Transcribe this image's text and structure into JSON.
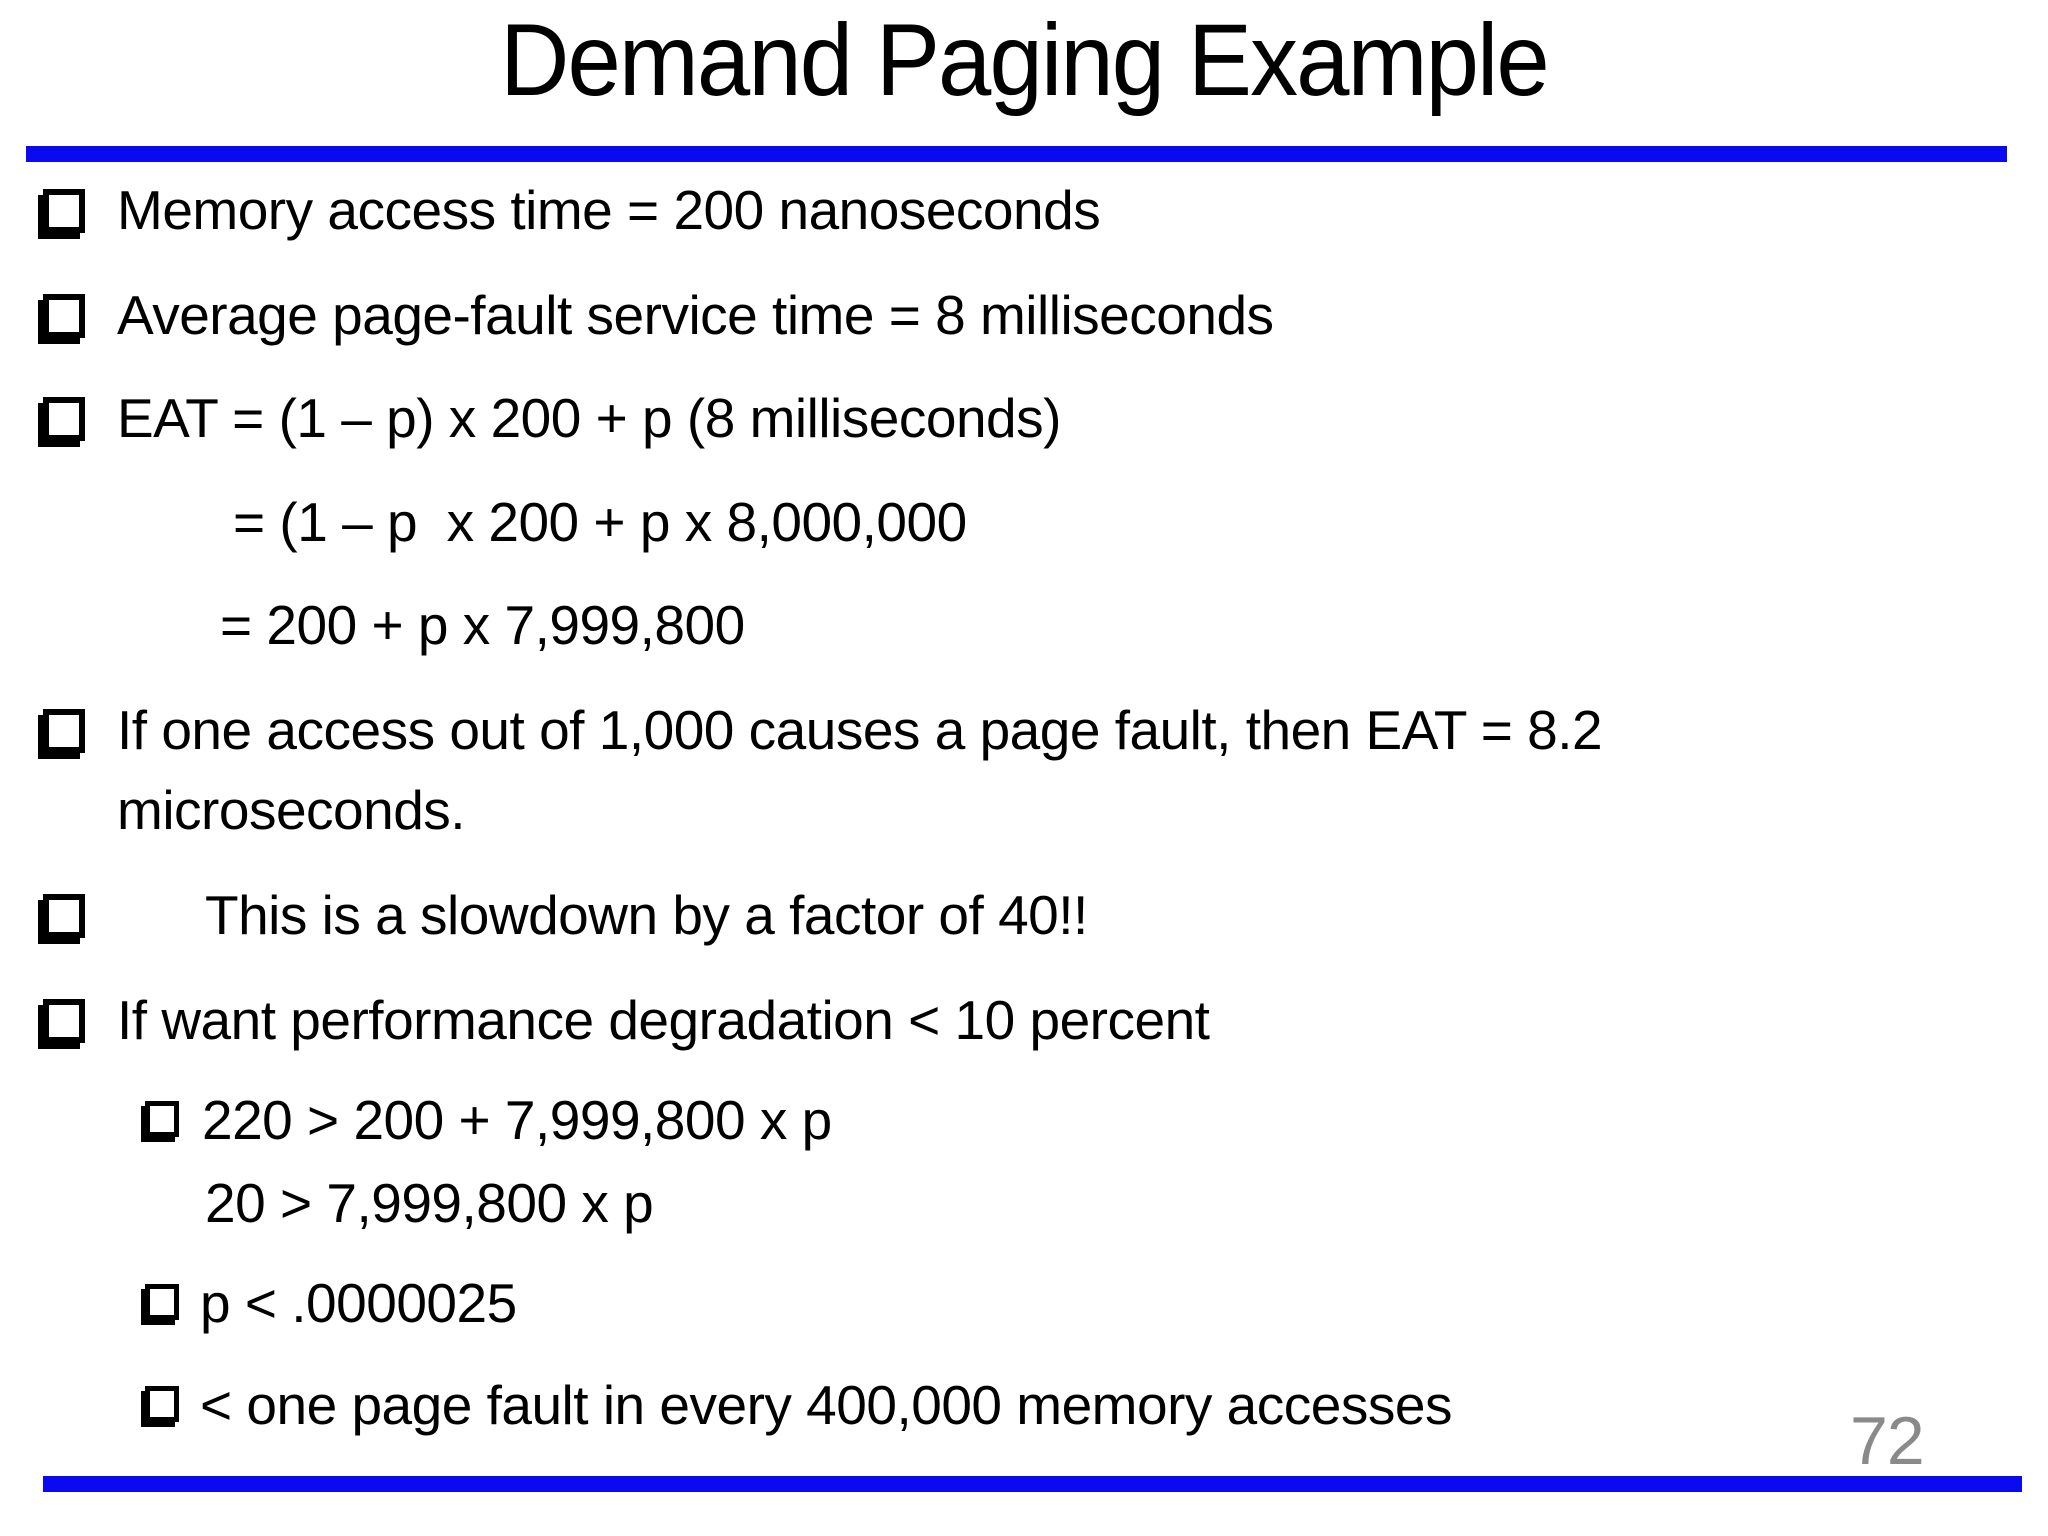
{
  "slide": {
    "title": "Demand Paging Example",
    "page_number": "72",
    "colors": {
      "accent_rule": "#0a0af0",
      "page_number_gray": "#8a8a8a",
      "text": "#000000"
    },
    "lines": [
      {
        "text": "Memory access time = 200 nanoseconds"
      },
      {
        "text": "Average page-fault service time = 8 milliseconds"
      },
      {
        "text": "EAT = (1 – p) x 200 + p (8 milliseconds)"
      },
      {
        "text": "= (1 – p  x 200 + p x 8,000,000"
      },
      {
        "text": "= 200 + p x 7,999,800"
      },
      {
        "text": "If one access out of 1,000 causes a page fault, then EAT = 8.2"
      },
      {
        "text": "microseconds."
      },
      {
        "text": "This is a slowdown by a factor of 40!!"
      },
      {
        "text": "If want performance degradation < 10 percent"
      },
      {
        "text": "220 > 200 + 7,999,800 x p"
      },
      {
        "text": "20 > 7,999,800 x p"
      },
      {
        "text": "p < .0000025"
      },
      {
        "text": "< one page fault in every 400,000 memory accesses"
      }
    ]
  }
}
